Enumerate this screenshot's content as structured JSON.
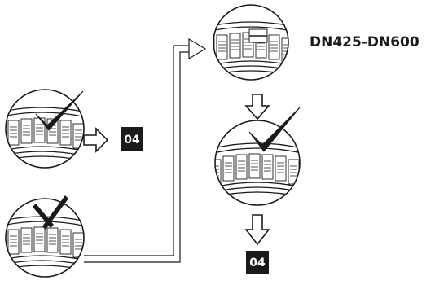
{
  "labels": {
    "model_range": "DN425-DN600",
    "step_top_left": "04",
    "step_bottom_right": "04"
  },
  "icons": {
    "correct": "check-mark-icon",
    "incorrect": "cross-mark-icon",
    "arrow": "hollow-arrow-icon"
  },
  "colors": {
    "line": "#1a1a1a",
    "label_box": "#1a1a1a",
    "label_text": "#ffffff",
    "background": "#ffffff"
  }
}
